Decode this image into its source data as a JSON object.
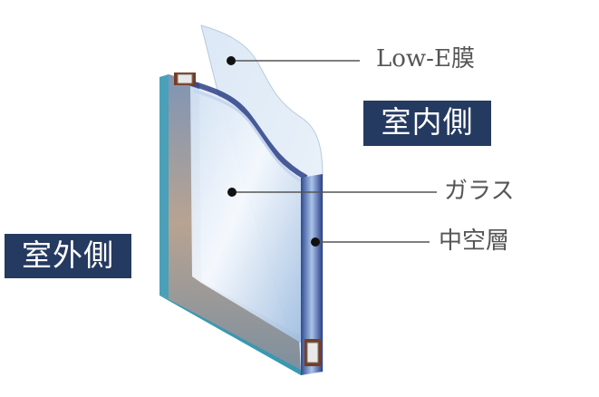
{
  "labels": {
    "low_e": "Low-E膜",
    "glass": "ガラス",
    "air_layer": "中空層"
  },
  "sides": {
    "indoor": "室内側",
    "outdoor": "室外側"
  },
  "colors": {
    "side_box": "#253a61",
    "label_text": "#555555",
    "leader_line": "#555555"
  }
}
